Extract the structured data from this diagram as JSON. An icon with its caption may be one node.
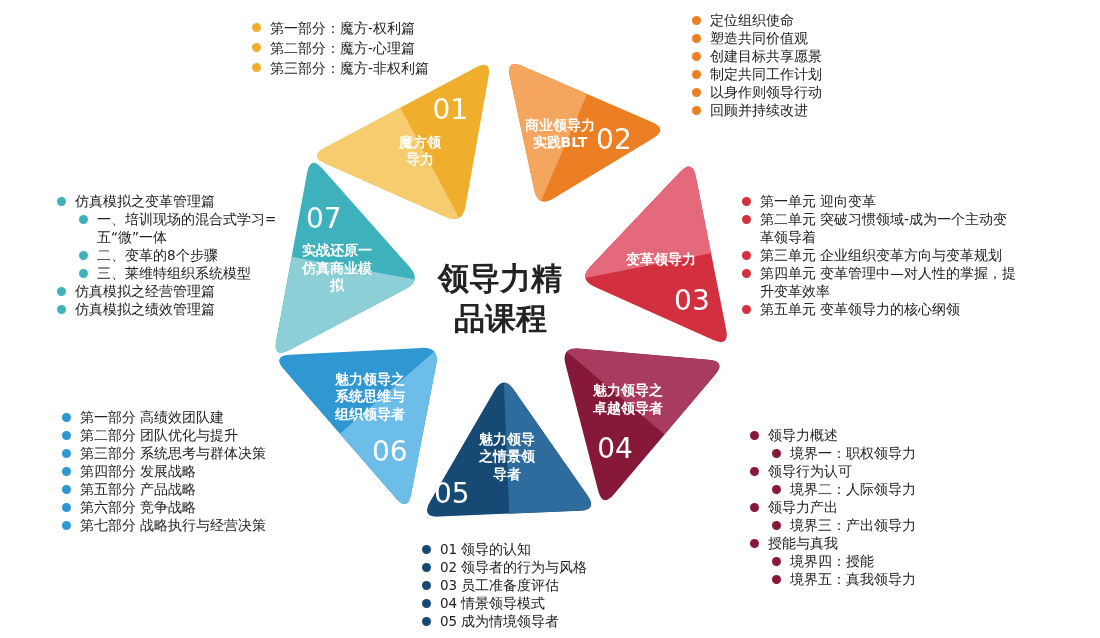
{
  "diagram": {
    "title": "领导力精品课程",
    "nodes": [
      {
        "text": [
          "01",
          "魔方领导力"
        ],
        "beside": [
          "第一部分：魔方-权利篇",
          "第二部分：魔方-心理篇",
          "第三部分：魔方-非权利篇"
        ]
      },
      {
        "text": [
          "商业领导力实践BLT",
          "02"
        ],
        "beside": [
          "定位组织使命",
          "塑造共同价值观",
          "创建目标共享愿景",
          "制定共同工作计划",
          "以身作则领导行动",
          "回顾并持续改进"
        ]
      },
      {
        "text": [
          "变革领导力",
          "03"
        ],
        "beside": [
          "第一单元 迎向变革",
          "第二单元 突破习惯领域-成为一个主动变革领导着",
          "第三单元 企业组织变革方向与变革规划",
          "第四单元 变革管理中—对人性的掌握，提升变革效率",
          "第五单元 变革领导力的核心纲领"
        ]
      },
      {
        "text": [
          "魅力领导之卓越领导者",
          "04"
        ],
        "beside": [
          "领导力概述",
          "境界一：职权领导力",
          "领导行为认可",
          "境界二：人际领导力",
          "领导力产出",
          "境界三：产出领导力",
          "授能与真我",
          "境界四：授能",
          "境界五：真我领导力"
        ]
      },
      {
        "text": [
          "魅力领导之情景领导者",
          "05"
        ],
        "beside": [
          "01 领导的认知",
          "02 领导者的行为与风格",
          "03 员工准备度评估",
          "04 情景领导模式",
          "05 成为情境领导者"
        ]
      },
      {
        "text": [
          "魅力领导之系统思维与组织领导者",
          "06"
        ],
        "beside": [
          "第一部分 高绩效团队建",
          "第二部分 团队优化与提升",
          "第三部分 系统思考与群体决策",
          "第四部分 发展战略",
          "第五部分 产品战略",
          "第六部分 竞争战略",
          "第七部分 战略执行与经营决策"
        ]
      },
      {
        "text": [
          "07",
          "实战还原一仿真商业模拟"
        ],
        "beside": [
          "仿真模拟之变革管理篇",
          "一、培训现场的混合式学习=五“微”一体",
          "二、变革的8个步骤",
          "三、莱维特组织系统模型",
          "仿真模拟之经营管理篇",
          "仿真模拟之绩效管理篇"
        ]
      }
    ]
  }
}
